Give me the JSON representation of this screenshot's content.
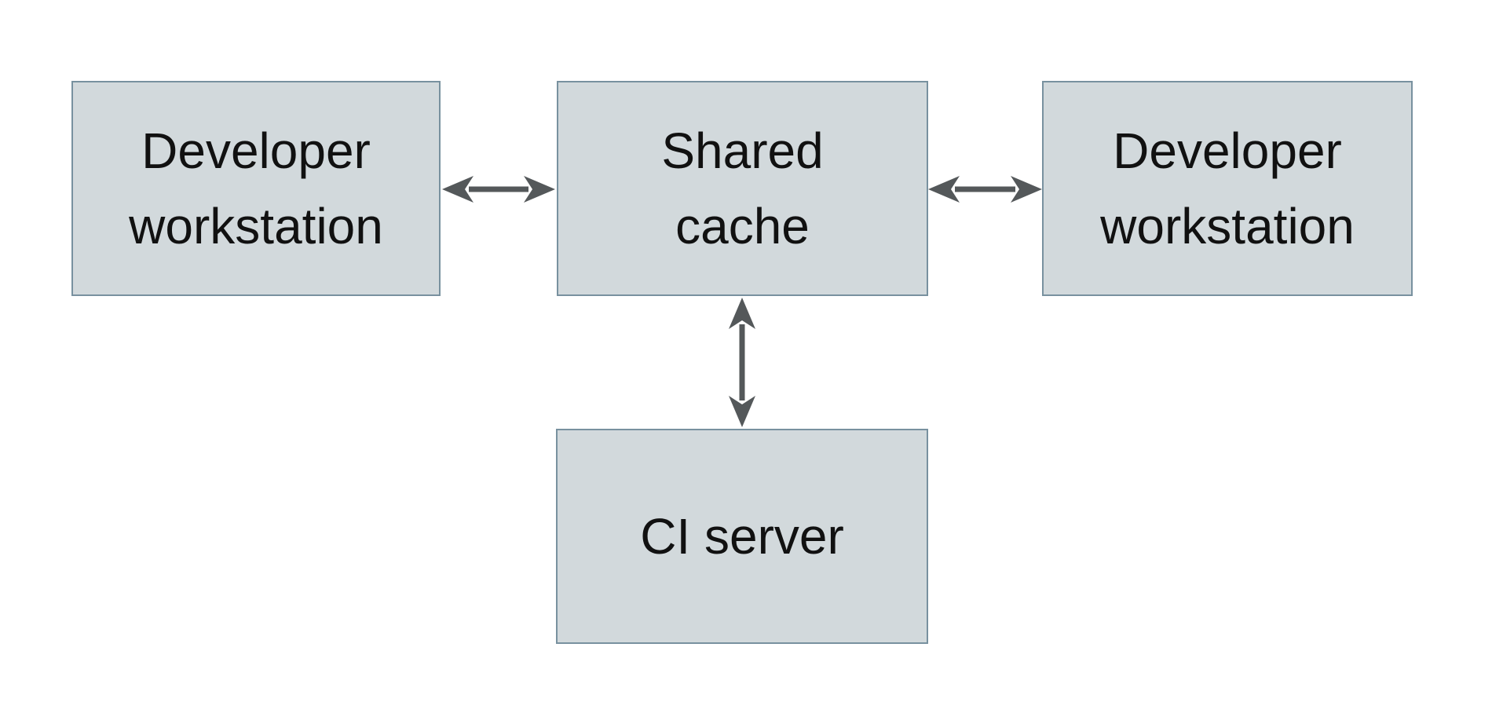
{
  "diagram": {
    "type": "architecture-diagram",
    "colors": {
      "background": "#ffffff",
      "node_fill": "#d2d9dc",
      "node_border": "#78919f",
      "arrow": "#54585a",
      "text": "#111111"
    },
    "nodes": {
      "dev_left": {
        "label": "Developer\nworkstation"
      },
      "cache": {
        "label": "Shared\ncache"
      },
      "dev_right": {
        "label": "Developer\nworkstation"
      },
      "ci": {
        "label": "CI server"
      }
    },
    "edges": [
      {
        "from": "Developer workstation (left)",
        "to": "Shared cache",
        "direction": "bidirectional"
      },
      {
        "from": "Shared cache",
        "to": "Developer workstation (right)",
        "direction": "bidirectional"
      },
      {
        "from": "Shared cache",
        "to": "CI server",
        "direction": "bidirectional"
      }
    ]
  }
}
